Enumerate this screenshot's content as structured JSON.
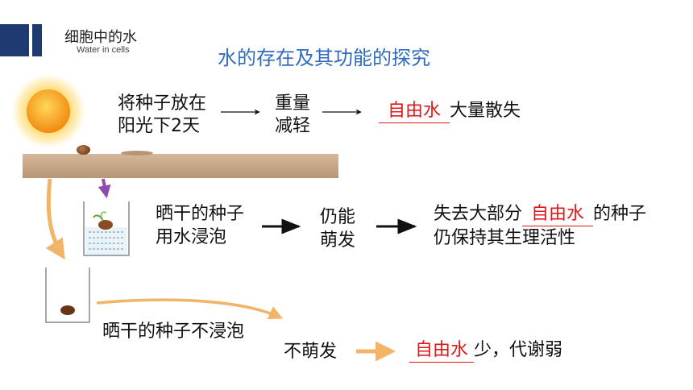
{
  "header": {
    "title": "细胞中的水",
    "subtitle": "Water in cells"
  },
  "main_title": "水的存在及其功能的探究",
  "row1": {
    "step1_line1": "将种子放在",
    "step1_line2": "阳光下2天",
    "step2_line1": "重量",
    "step2_line2": "减轻",
    "blank": "自由水",
    "result": "大量散失"
  },
  "row2": {
    "step1_line1": "晒干的种子",
    "step1_line2": "用水浸泡",
    "step2_line1": "仍能",
    "step2_line2": "萌发",
    "result_prefix": "失去大部分",
    "blank": "自由水",
    "result_suffix": "的种子",
    "result_line2": "仍保持其生理活性"
  },
  "row3": {
    "step1": "晒干的种子不浸泡",
    "step2": "不萌发",
    "blank": "自由水",
    "result": "少，代谢弱"
  },
  "colors": {
    "title_blue": "#2f6bbf",
    "answer_red": "#e01818",
    "header_navy": "#1f3a6e",
    "orange_arrow": "#f2b468",
    "purple_arrow": "#8e4bb0"
  }
}
